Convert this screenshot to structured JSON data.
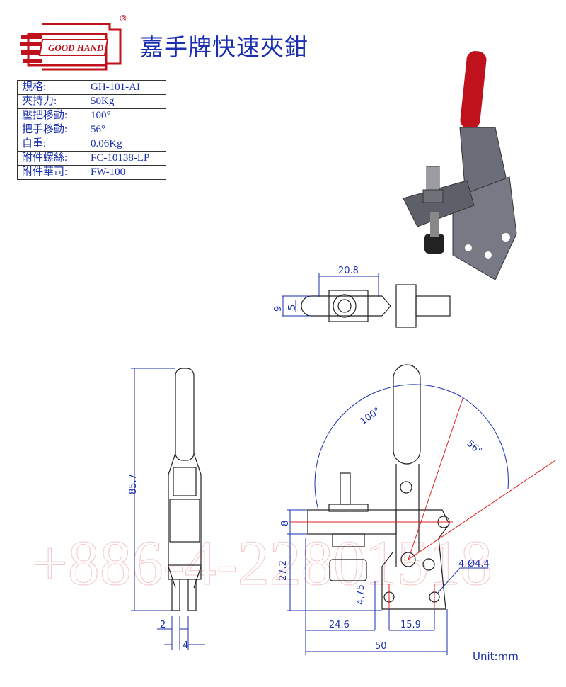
{
  "header": {
    "logo_text": "GOOD HAND",
    "registered_mark": "®",
    "title": "嘉手牌快速夾鉗"
  },
  "spec_table": [
    {
      "label": "規格:",
      "value": "GH-101-AI"
    },
    {
      "label": "夾持力:",
      "value": "50Kg"
    },
    {
      "label": "壓把移動:",
      "value": "100°"
    },
    {
      "label": "把手移動:",
      "value": "56°"
    },
    {
      "label": "自重:",
      "value": "0.06Kg"
    },
    {
      "label": "附件螺絲:",
      "value": "FC-10138-LP"
    },
    {
      "label": "附件華司:",
      "value": "FW-100"
    }
  ],
  "watermark": "+886-4-22801518",
  "dimensions": {
    "top_length": "20.8",
    "top_width_outer": "9",
    "top_width_inner": "5",
    "side_height": "85.7",
    "side_gap": "2",
    "side_width": "4",
    "angle_bar": "100°",
    "angle_handle": "56°",
    "bar_thickness": "8",
    "base_height": "27.2",
    "hole_offset": "4.75",
    "bar_reach": "24.6",
    "hole_spacing": "15.9",
    "total_length": "50",
    "holes": "4-Ø4.4"
  },
  "unit_label": "Unit:mm",
  "colors": {
    "accent": "#1a2fb0",
    "handle": "#c0121c",
    "centerline": "#e02020"
  }
}
